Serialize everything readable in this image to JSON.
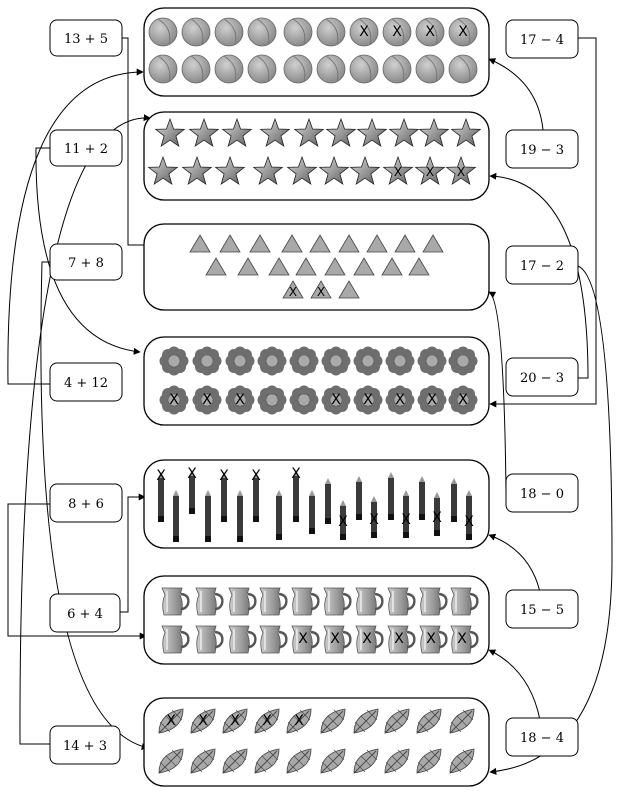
{
  "left_expressions": [
    "13 + 5",
    "11 + 2",
    "7 + 8",
    "4 + 12",
    "8 + 6",
    "6 + 4",
    "14 + 3"
  ],
  "right_expressions": [
    "17 − 4",
    "19 − 3",
    "17 − 2",
    "20 − 3",
    "18 − 0",
    "15 − 5",
    "18 − 4"
  ],
  "cross_mark": "X",
  "groups": [
    {
      "id": "balls",
      "icon": "ball-icon",
      "total": 20,
      "crossed": 4
    },
    {
      "id": "stars",
      "icon": "star-icon",
      "total": 20,
      "crossed": 3
    },
    {
      "id": "triangles",
      "icon": "triangle-icon",
      "total": 20,
      "crossed": 2
    },
    {
      "id": "flowers",
      "icon": "flower-icon",
      "total": 20,
      "crossed": 8
    },
    {
      "id": "pencils",
      "icon": "pencil-icon",
      "total": 20,
      "crossed": 10
    },
    {
      "id": "jugs",
      "icon": "jug-icon",
      "total": 20,
      "crossed": 6
    },
    {
      "id": "leaves",
      "icon": "leaf-icon",
      "total": 20,
      "crossed": 5
    }
  ],
  "colors": {
    "stroke": "#000000",
    "item_fill": "#a9a9a9",
    "item_dark": "#6e6e6e",
    "pencil": "#3a3a3a"
  }
}
